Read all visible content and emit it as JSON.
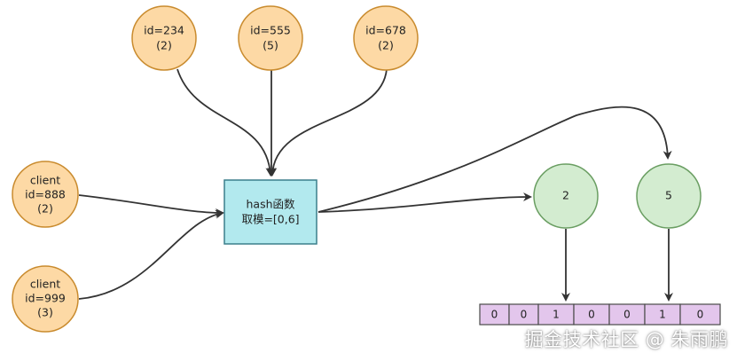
{
  "colors": {
    "input_fill": "#fdd9a5",
    "input_stroke": "#c98b2e",
    "hash_fill": "#b2e9ee",
    "hash_stroke": "#3b7f8c",
    "bucket_fill": "#d3ecd0",
    "bucket_stroke": "#6a9e62",
    "bit_fill": "#e3c6ec",
    "bit_stroke": "#4a4a4a",
    "edge": "#333333"
  },
  "inputs": {
    "id234": [
      "id=234",
      "(2)"
    ],
    "id555": [
      "id=555",
      "(5)"
    ],
    "id678": [
      "id=678",
      "(2)"
    ],
    "client888": [
      "client",
      "id=888",
      "(2)"
    ],
    "client999": [
      "client",
      "id=999",
      "(3)"
    ]
  },
  "hash_box": [
    "hash函数",
    "取模=[0,6]"
  ],
  "buckets": {
    "b2": "2",
    "b5": "5"
  },
  "bitmap": [
    "0",
    "0",
    "1",
    "0",
    "0",
    "1",
    "0"
  ],
  "watermark": "掘金技术社区 @ 朱雨鹏"
}
